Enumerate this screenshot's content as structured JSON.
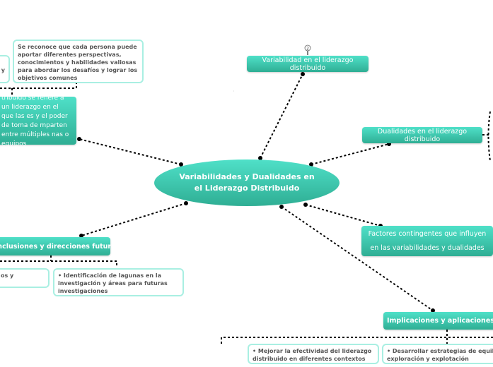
{
  "central": {
    "line1": "Variabilidades y Dualidades en",
    "line2": "el Liderazgo Distribuido"
  },
  "topics": {
    "variabilidad": "Variabilidad en el liderazgo distribuido",
    "variabilidad_badge": "2",
    "dualidades": "Dualidades en el liderazgo distribuido",
    "factores": "Factores contingentes que influyen en las variabilidades y dualidades",
    "implicaciones": "Implicaciones y aplicaciones prác",
    "conclusiones": "Conclusiones y direcciones futuras",
    "definicion": "tribuido se refiere a un liderazgo en el que las es y el poder de toma de mparten entre múltiples nas o equipos"
  },
  "cards": {
    "reconoce": "Se reconoce que cada persona puede aportar diferentes perspectivas, conocimientos y habilidades valiosas para abordar los desafíos y lograr los objetivos comunes",
    "left_partial": "y",
    "conclusiones_left": "os y",
    "identificacion": "•      Identificación de lagunas en la investigación y áreas para futuras investigaciones",
    "mejorar": "•      Mejorar la efectividad del liderazgo distribuido en diferentes contextos",
    "desarrollar": "•      Desarrollar estrategias de equilibr entre exploración y explotación"
  },
  "colors": {
    "topic": "#3cc8ae",
    "card_border": "#a9efe2",
    "connector": "#000000"
  }
}
